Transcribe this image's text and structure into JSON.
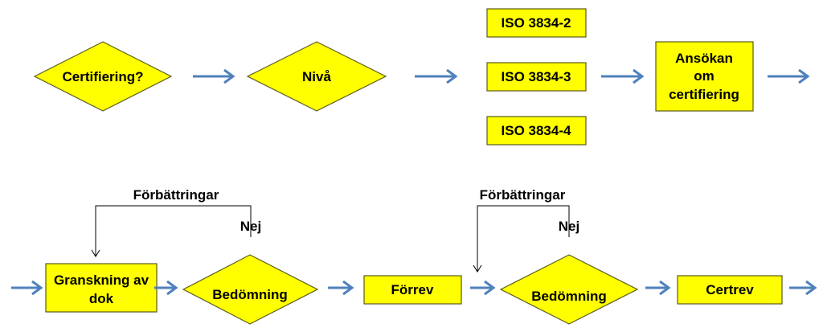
{
  "nodes": {
    "certifiering": "Certifiering?",
    "niva": "Nivå",
    "iso2": "ISO 3834-2",
    "iso3": "ISO 3834-3",
    "iso4": "ISO 3834-4",
    "ansokan": [
      "Ansökan",
      "om",
      "certifiering"
    ],
    "granskning": [
      "Granskning av",
      "dok"
    ],
    "bedomning1": "Bedömning",
    "forrev": "Förrev",
    "bedomning2": "Bedömning",
    "certrev": "Certrev"
  },
  "labels": {
    "forbattringar1": "Förbättringar",
    "nej1": "Nej",
    "forbattringar2": "Förbättringar",
    "nej2": "Nej"
  },
  "colors": {
    "node_fill": "#ffff00",
    "arrow": "#4f81bd"
  }
}
